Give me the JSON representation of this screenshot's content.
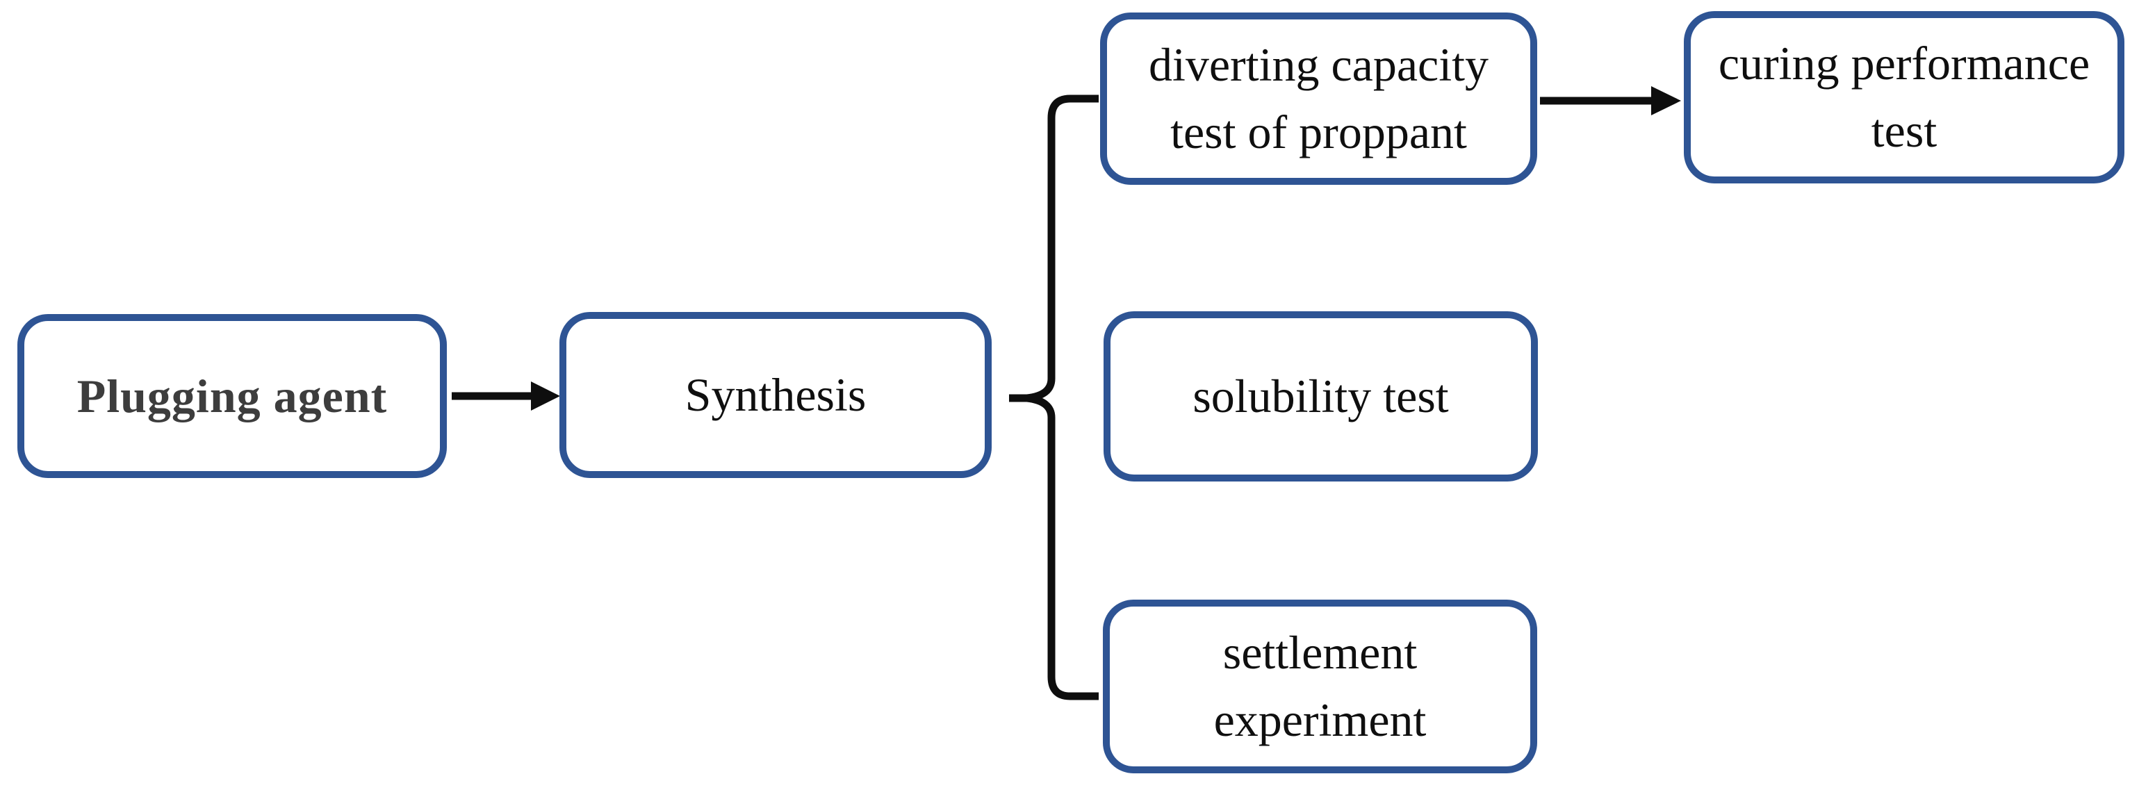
{
  "figure": {
    "type": "flowchart",
    "background": "#ffffff",
    "colors": {
      "box_border": "#2e5494",
      "box_fill": "#ffffff",
      "connector": "#0e0e0e",
      "text": "#0f0f0f",
      "root_text": "#3d3d3d"
    },
    "nodes": {
      "plugging_agent": {
        "label": "Plugging agent",
        "lines": [
          "Plugging agent"
        ],
        "emphasis": "bold"
      },
      "synthesis": {
        "label": "Synthesis",
        "lines": [
          "Synthesis"
        ]
      },
      "diverting_capacity": {
        "label": "diverting capacity test of proppant",
        "lines": [
          "diverting capacity",
          "test of proppant"
        ]
      },
      "curing_performance": {
        "label": "curing performance test",
        "lines": [
          "curing performance",
          "test"
        ]
      },
      "solubility": {
        "label": "solubility test",
        "lines": [
          "solubility test"
        ]
      },
      "settlement": {
        "label": "settlement experiment",
        "lines": [
          "settlement",
          "experiment"
        ]
      }
    },
    "edges": [
      {
        "from": "plugging_agent",
        "to": "synthesis",
        "type": "arrow"
      },
      {
        "from": "synthesis",
        "to": "diverting_capacity",
        "type": "brace-branch"
      },
      {
        "from": "synthesis",
        "to": "solubility",
        "type": "brace-branch"
      },
      {
        "from": "synthesis",
        "to": "settlement",
        "type": "brace-branch"
      },
      {
        "from": "diverting_capacity",
        "to": "curing_performance",
        "type": "arrow"
      }
    ]
  }
}
